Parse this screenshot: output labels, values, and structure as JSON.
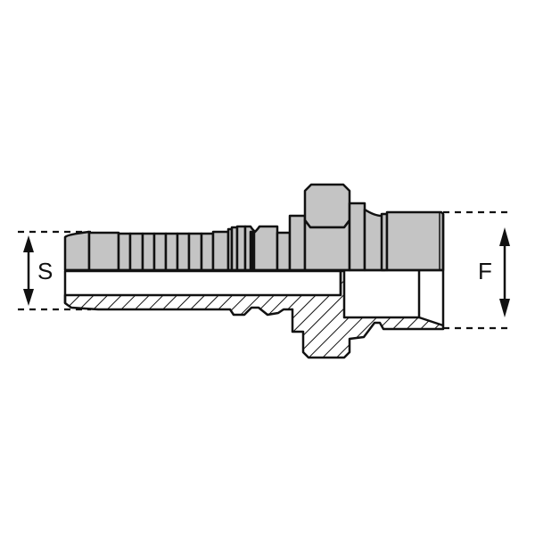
{
  "figure": {
    "subject": "hose-fitting-half-section",
    "colors": {
      "background": "#ffffff",
      "outline": "#111111",
      "body_fill": "#c4c4c4",
      "bore_fill": "#ffffff",
      "hatch": "#111111"
    }
  },
  "dimensions": {
    "s": {
      "label": "S"
    },
    "f": {
      "label": "F"
    }
  }
}
